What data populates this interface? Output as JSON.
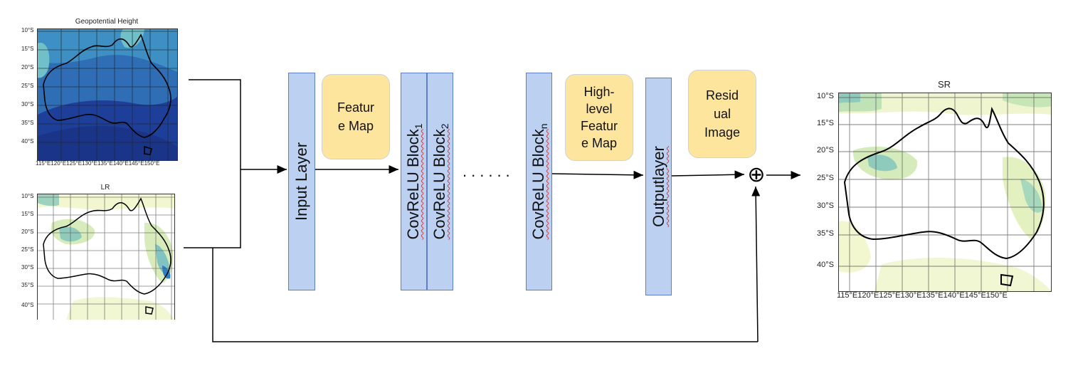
{
  "maps": {
    "geopotential": {
      "title": "Geopotential Height",
      "lat_labels": [
        "10°S",
        "15°S",
        "20°S",
        "25°S",
        "30°S",
        "35°S",
        "40°S"
      ],
      "lon_labels": "115°E120°E125°E130°E135°E140°E145°E150°E"
    },
    "lr": {
      "title": "LR",
      "lat_labels": [
        "10°S",
        "15°S",
        "20°S",
        "25°S",
        "30°S",
        "35°S",
        "40°S"
      ]
    },
    "sr": {
      "title": "SR",
      "lat_labels": [
        "10°S",
        "15°S",
        "20°S",
        "25°S",
        "30°S",
        "35°S",
        "40°S"
      ],
      "lon_labels": "115°E120°E125°E130°E135°E140°E145°E150°E"
    }
  },
  "blocks": {
    "input_layer": "Input Layer",
    "cov1_base": "CovReLU Block",
    "cov1_sub": "1",
    "cov2_base": "CovReLU Block",
    "cov2_sub": "2",
    "covn_base": "CovReLU Block",
    "covn_sub": "n",
    "output_layer": "Outputlayer"
  },
  "notes": {
    "feature_map": "Featur\ne Map",
    "high_level": "High-\nlevel\nFeatur\ne Map",
    "residual": "Resid\nual\nImage"
  },
  "ellipsis": "......",
  "plus_symbol": "⊕",
  "colors": {
    "block_fill": "#bcd0f2",
    "block_border": "#5b7fc9",
    "note_fill": "#fde59e",
    "ocean_deep": "#1d3f9a",
    "ocean_mid": "#2f6db5",
    "ocean_light": "#3d8fc4",
    "precip_light": "#f3f7cf",
    "precip_mid": "#c6e6b6",
    "precip_high": "#5bb8b4"
  }
}
